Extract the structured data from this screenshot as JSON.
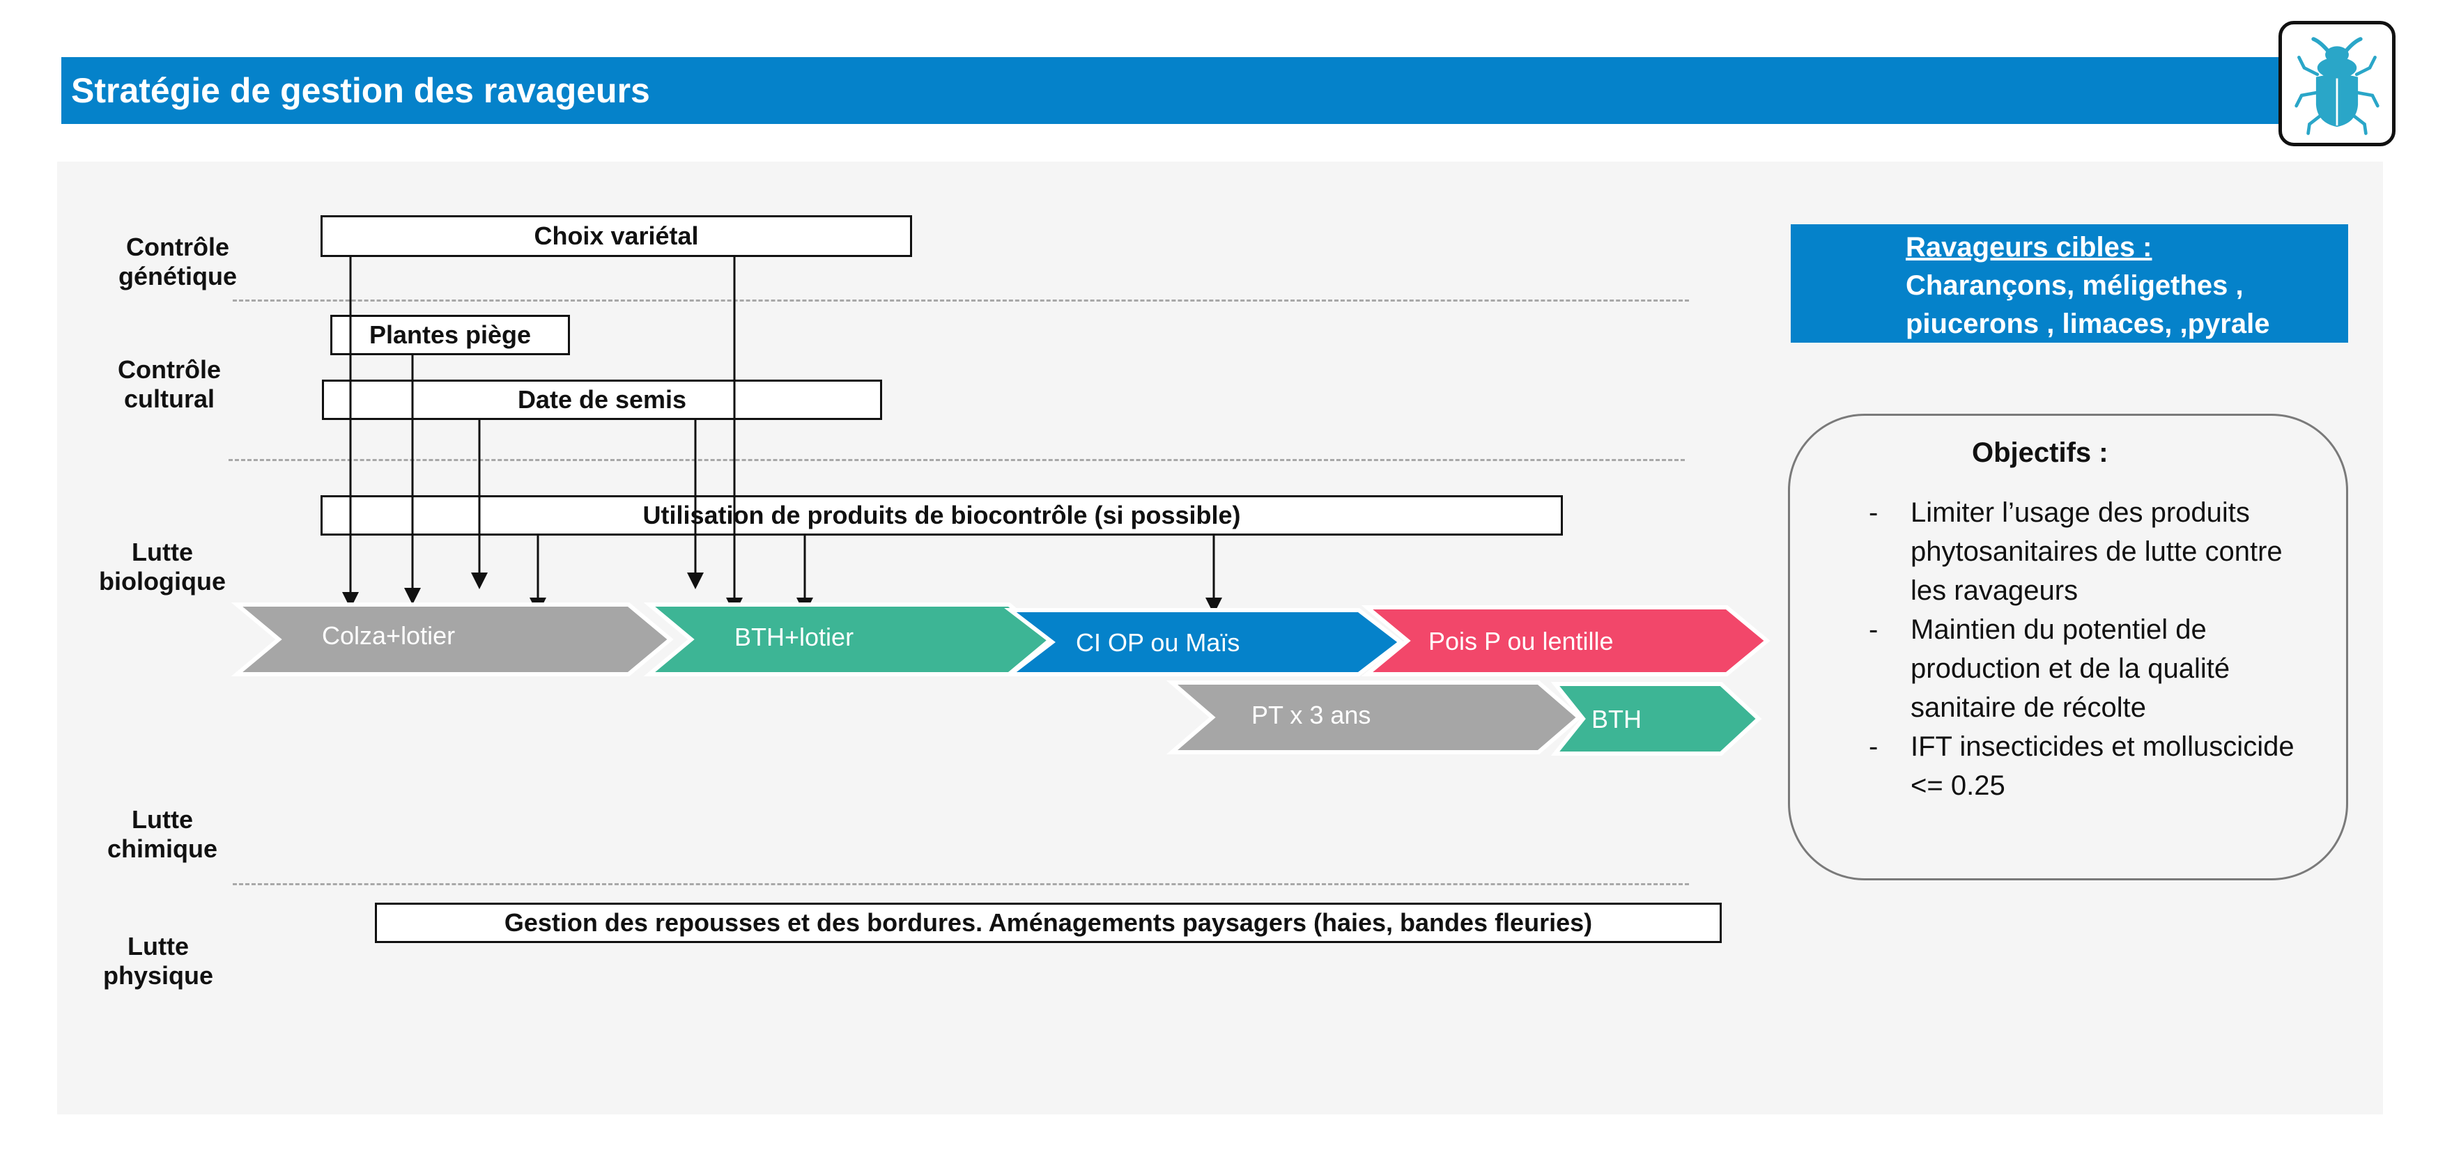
{
  "header": {
    "title": "Stratégie de gestion des ravageurs"
  },
  "icons": {
    "pest": "beetle-icon"
  },
  "colors": {
    "header_blue": "#0582ca",
    "gray": "#a6a6a6",
    "green": "#3db595",
    "blue": "#0582ca",
    "red": "#f2476a"
  },
  "rows": {
    "genetic": "Contrôle\ngénétique",
    "cultural": "Contrôle\ncultural",
    "biological": "Lutte\nbiologique",
    "chemical": "Lutte\nchimique",
    "physical": "Lutte\nphysique"
  },
  "levers": {
    "varietal_choice": "Choix variétal",
    "trap_plants": "Plantes piège",
    "sowing_date": "Date de semis",
    "biocontrol": "Utilisation de produits de biocontrôle (si possible)",
    "regrowth": "Gestion des repousses et des bordures. Aménagements paysagers (haies, bandes fleuries)"
  },
  "rotation": [
    {
      "label": "Colza+lotier",
      "color": "#a6a6a6"
    },
    {
      "label": "BTH+lotier",
      "color": "#3db595"
    },
    {
      "label": "CI OP ou Maïs",
      "color": "#0582ca"
    },
    {
      "label": "Pois P ou lentille",
      "color": "#f2476a"
    },
    {
      "label": "PT x 3 ans",
      "color": "#a6a6a6"
    },
    {
      "label": "BTH",
      "color": "#3db595"
    }
  ],
  "targets": {
    "title": "Ravageurs cibles :",
    "line1": "Charançons, méligethes ,",
    "line2": "piucerons , limaces, ,pyrale"
  },
  "objectives": {
    "title": "Objectifs :",
    "items": [
      "Limiter l’usage des produits phytosanitaires de lutte contre les ravageurs",
      "Maintien du potentiel de production et de la qualité sanitaire de récolte",
      "IFT insecticides et molluscicide  <= 0.25"
    ]
  }
}
